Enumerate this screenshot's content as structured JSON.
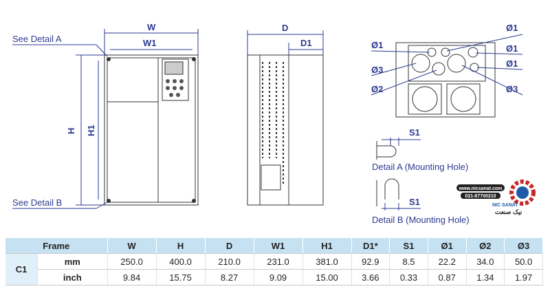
{
  "labels": {
    "see_detail_a": "See Detail A",
    "see_detail_b": "See Detail B",
    "w": "W",
    "w1": "W1",
    "h": "H",
    "h1": "H1",
    "d": "D",
    "d1": "D1",
    "phi1": "Ø1",
    "phi2": "Ø2",
    "phi3": "Ø3",
    "s1": "S1",
    "detail_a": "Detail A (Mounting Hole)",
    "detail_b": "Detail B (Mounting Hole)"
  },
  "logo": {
    "url": "www.nicsanat.com",
    "phone": "021-87700210",
    "name": "NIC SANAT",
    "name_fa": "نیک صنعت"
  },
  "colors": {
    "label": "#2b3990",
    "header": "#c6e2f2"
  },
  "table": {
    "headers": [
      "Frame",
      "W",
      "H",
      "D",
      "W1",
      "H1",
      "D1*",
      "S1",
      "Ø1",
      "Ø2",
      "Ø3"
    ],
    "frame": "C1",
    "rows": [
      {
        "unit": "mm",
        "values": [
          "250.0",
          "400.0",
          "210.0",
          "231.0",
          "381.0",
          "92.9",
          "8.5",
          "22.2",
          "34.0",
          "50.0"
        ]
      },
      {
        "unit": "inch",
        "values": [
          "9.84",
          "15.75",
          "8.27",
          "9.09",
          "15.00",
          "3.66",
          "0.33",
          "0.87",
          "1.34",
          "1.97"
        ]
      }
    ]
  }
}
